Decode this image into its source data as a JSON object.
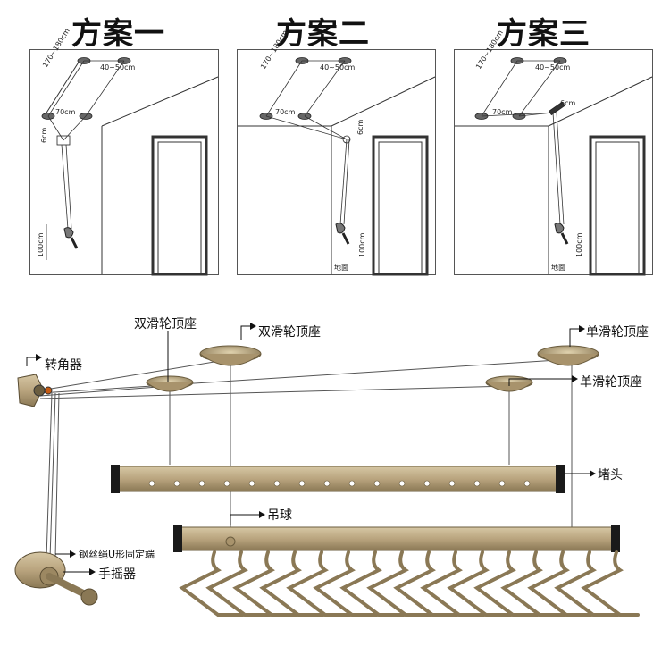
{
  "schemes": [
    {
      "title": "方案一",
      "dims": {
        "diag": "170~180cm",
        "top": "40~50cm",
        "side": "70cm",
        "drop": "6cm",
        "height": "100cm"
      },
      "floor": ""
    },
    {
      "title": "方案二",
      "dims": {
        "diag": "170~180cm",
        "top": "40~50cm",
        "side": "70cm",
        "drop": "6cm",
        "height": "100cm"
      },
      "floor": "地面"
    },
    {
      "title": "方案三",
      "dims": {
        "diag": "170~180cm",
        "top": "40~50cm",
        "side": "70cm",
        "drop": "6cm",
        "height": "100cm"
      },
      "floor": "地面"
    }
  ],
  "parts": {
    "corner": "转角器",
    "double_left": "双滑轮顶座",
    "double_right": "双滑轮顶座",
    "single_top": "单滑轮顶座",
    "single_bottom": "单滑轮顶座",
    "end_cap": "堵头",
    "ball": "吊球",
    "u_clip": "钢丝绳U形固定端",
    "crank": "手摇器"
  },
  "colors": {
    "metal": "#b9a47e",
    "metal_dark": "#8a7855",
    "cap": "#1a1a1a",
    "line": "#555555"
  }
}
